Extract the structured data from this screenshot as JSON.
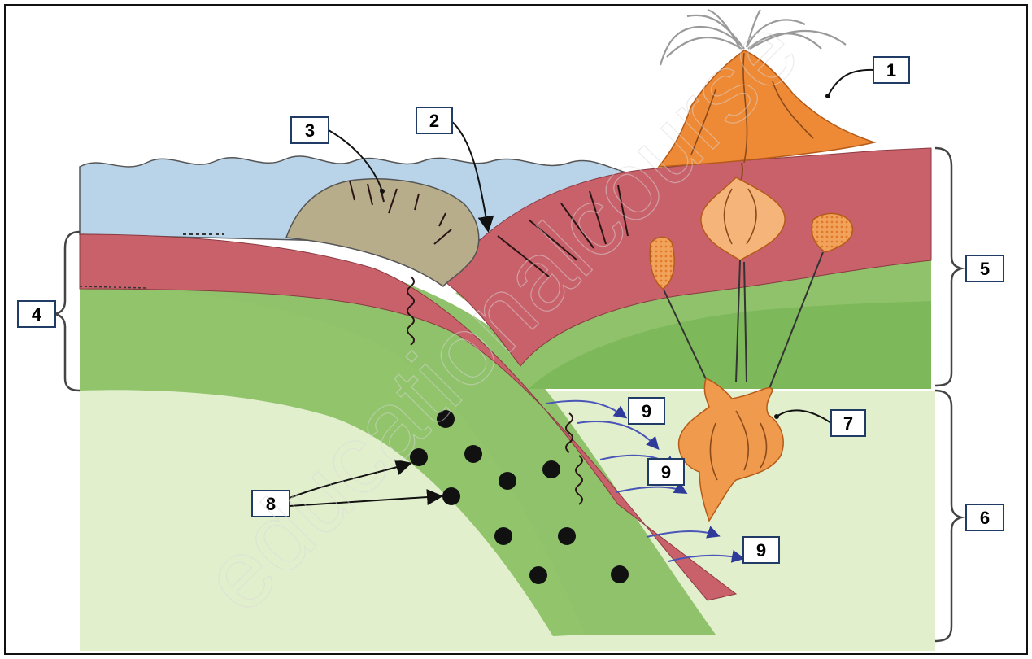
{
  "labels": {
    "l1": "1",
    "l2": "2",
    "l3": "3",
    "l4": "4",
    "l5": "5",
    "l6": "6",
    "l7": "7",
    "l8": "8",
    "l9a": "9",
    "l9b": "9",
    "l9c": "9"
  },
  "watermark": "educationalcourse",
  "colors": {
    "ocean": "#b9d3e8",
    "crust_red": "#c9616b",
    "lithosphere_green": "#8fc26a",
    "mantle_green": "#dcecc4",
    "magma": "#f09a4e",
    "volcano": "#ee8a36",
    "accretionary_wedge": "#b8ad8a",
    "label_border": "#1f3b66"
  }
}
